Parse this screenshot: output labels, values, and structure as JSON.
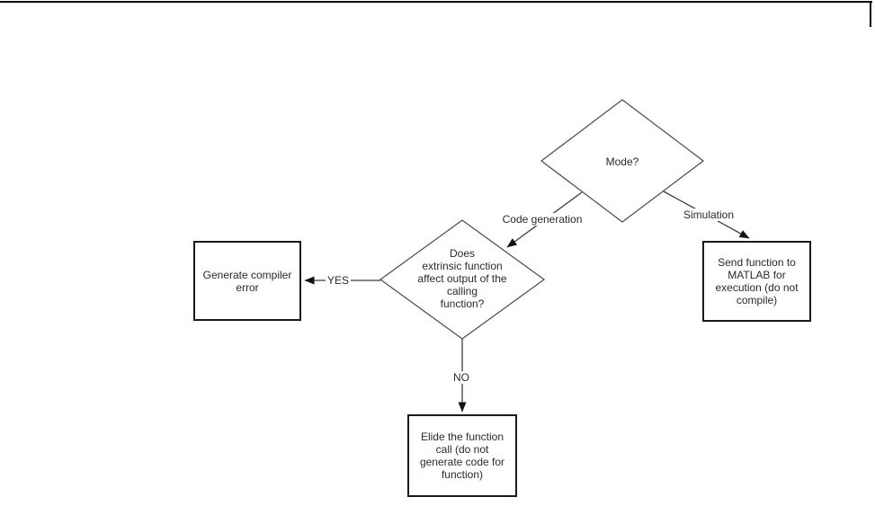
{
  "page": {
    "background": "#ffffff",
    "border_color": "#000000",
    "line_color": "#3d3d3d",
    "text_color": "#2a2a2a"
  },
  "flowchart": {
    "nodes": [
      {
        "id": "mode",
        "type": "decision",
        "label": "Mode?"
      },
      {
        "id": "extrinsic-check",
        "type": "decision",
        "label": "Does\nextrinsic function\naffect output of the\ncalling\nfunction?"
      },
      {
        "id": "compiler-error",
        "type": "process",
        "label": "Generate compiler\nerror"
      },
      {
        "id": "send-matlab",
        "type": "process",
        "label": "Send function to\nMATLAB for\nexecution (do not\ncompile)"
      },
      {
        "id": "elide-call",
        "type": "process",
        "label": "Elide the function\ncall (do not\ngenerate code for\nfunction)"
      }
    ],
    "edges": [
      {
        "from": "mode",
        "to": "extrinsic-check",
        "label": "Code generation"
      },
      {
        "from": "mode",
        "to": "send-matlab",
        "label": "Simulation"
      },
      {
        "from": "extrinsic-check",
        "to": "compiler-error",
        "label": "YES"
      },
      {
        "from": "extrinsic-check",
        "to": "elide-call",
        "label": "NO"
      }
    ]
  }
}
